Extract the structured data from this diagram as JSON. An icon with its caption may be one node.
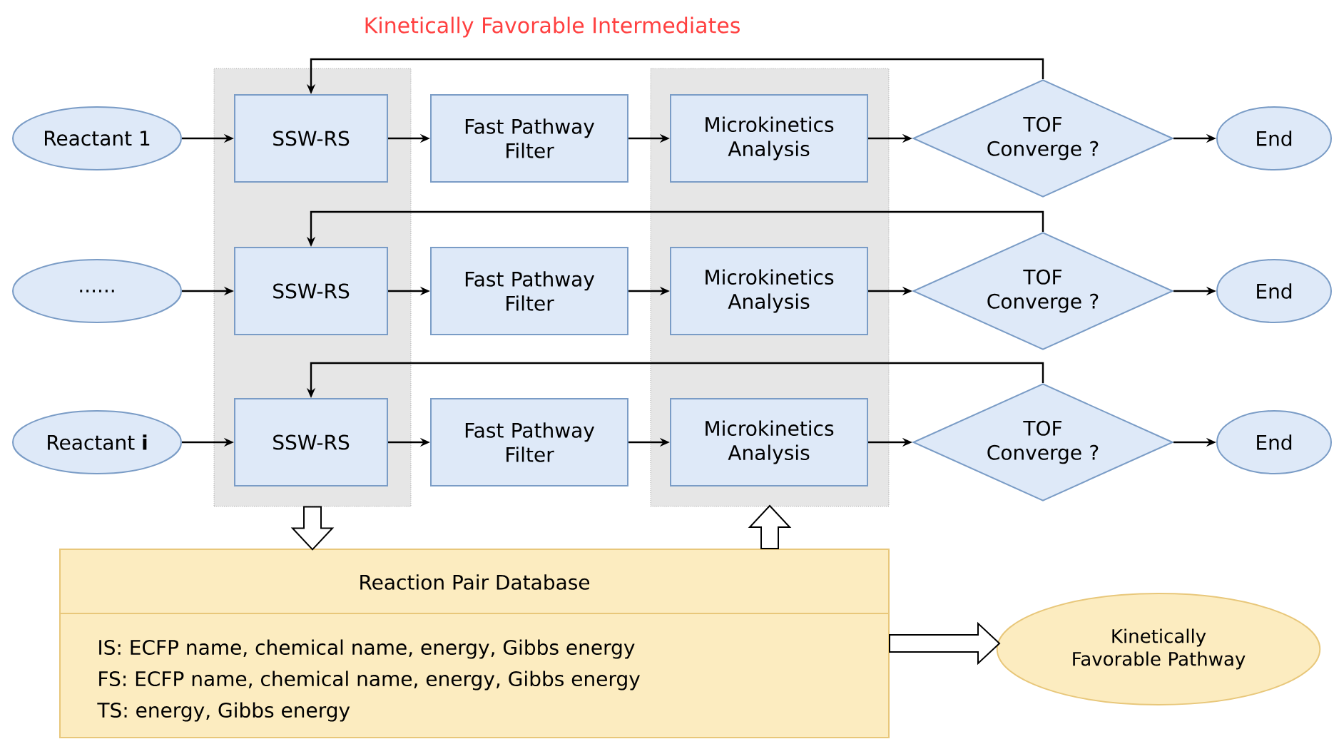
{
  "diagram": {
    "nodes": [
      {
        "text": [],
        "shape": "box"
      },
      {
        "text": [],
        "shape": "box"
      },
      {
        "text": [
          "Reactant 1"
        ]
      },
      {
        "text": [
          "SSW-RS"
        ],
        "in": 0
      },
      {
        "text": [
          "Fast Pathway Filter"
        ]
      },
      {
        "text": [
          "Microkinetics Analysis"
        ],
        "in": 1
      },
      {
        "text": [
          "TOF Converge ?"
        ]
      },
      {
        "text": [
          "End"
        ]
      },
      {
        "text": [
          "......"
        ]
      },
      {
        "text": [
          "SSW-RS"
        ],
        "in": 0
      },
      {
        "text": [
          "Fast Pathway Filter"
        ]
      },
      {
        "text": [
          "Microkinetics Analysis"
        ],
        "in": 1
      },
      {
        "text": [
          "TOF Converge ?"
        ]
      },
      {
        "text": [
          "End"
        ]
      },
      {
        "text": [
          "Reactant **i**"
        ]
      },
      {
        "text": [
          "SSW-RS"
        ],
        "in": 0
      },
      {
        "text": [
          "Fast Pathway Filter"
        ]
      },
      {
        "text": [
          "Microkinetics Analysis"
        ],
        "in": 1
      },
      {
        "text": [
          "TOF Converge ?"
        ]
      },
      {
        "text": [
          "End"
        ]
      },
      {
        "text": [
          "Reaction Pair Database",
          "IS: ECFP name, chemical name, energy, Gibbs energy",
          "FS: ECFP name, chemical name, energy, Gibbs energy",
          "TS: energy, Gibbs energy"
        ]
      },
      {
        "text": [
          "Kinetically Favorable Pathway"
        ]
      }
    ],
    "edges": [
      {
        "from": 2,
        "to": 3,
        "arrow": "to"
      },
      {
        "from": 3,
        "to": 4,
        "arrow": "to"
      },
      {
        "from": 4,
        "to": 5,
        "arrow": "to"
      },
      {
        "from": 5,
        "to": 6,
        "arrow": "to"
      },
      {
        "from": 6,
        "to": 7,
        "arrow": "to"
      },
      {
        "from": 6,
        "to": 3,
        "arrow": "to"
      },
      {
        "from": 8,
        "to": 9,
        "arrow": "to"
      },
      {
        "from": 9,
        "to": 10,
        "arrow": "to"
      },
      {
        "from": 10,
        "to": 11,
        "arrow": "to"
      },
      {
        "from": 11,
        "to": 12,
        "arrow": "to"
      },
      {
        "from": 12,
        "to": 13,
        "arrow": "to"
      },
      {
        "from": 12,
        "to": 9,
        "arrow": "to"
      },
      {
        "from": 14,
        "to": 15,
        "arrow": "to"
      },
      {
        "from": 15,
        "to": 16,
        "arrow": "to"
      },
      {
        "from": 16,
        "to": 17,
        "arrow": "to"
      },
      {
        "from": 17,
        "to": 18,
        "arrow": "to"
      },
      {
        "from": 18,
        "to": 19,
        "arrow": "to"
      },
      {
        "from": 18,
        "to": 15,
        "arrow": "to"
      },
      {
        "from": 0,
        "to": 20,
        "arrow": "to",
        "style": "thick"
      },
      {
        "from": 20,
        "to": 1,
        "arrow": "to",
        "style": "thick"
      },
      {
        "from": 20,
        "to": 21,
        "arrow": "to",
        "style": "thick"
      }
    ],
    "labels": [
      "Kinetically Favorable Intermediates"
    ]
  }
}
